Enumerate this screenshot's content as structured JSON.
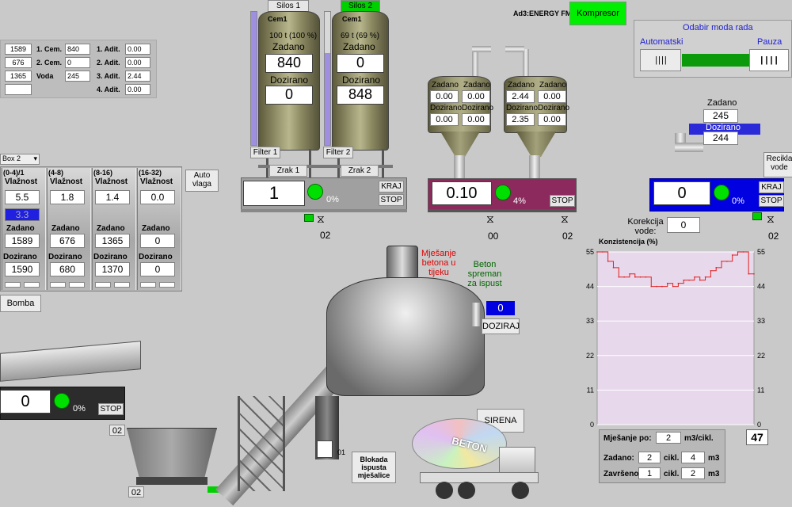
{
  "additives_panel": {
    "rows": [
      {
        "agg_value": "1589",
        "cem_label": "1. Cem.",
        "cem_value": "840",
        "adit_label": "1. Adit.",
        "adit_value": "0.00"
      },
      {
        "agg_value": "676",
        "cem_label": "2. Cem.",
        "cem_value": "0",
        "adit_label": "2. Adit.",
        "adit_value": "0.00"
      },
      {
        "agg_value": "1365",
        "cem_label": "Voda",
        "cem_value": "245",
        "adit_label": "3. Adit.",
        "adit_value": "2.44"
      },
      {
        "agg_value": "",
        "cem_label": "",
        "cem_value": "",
        "adit_label": "4. Adit.",
        "adit_value": "0.00"
      }
    ]
  },
  "silos": {
    "silo1": {
      "tab": "Silos 1",
      "name": "Cem1",
      "level": "100 t (100 %)",
      "level_fraction": 1.0,
      "zadano_label": "Zadano",
      "zadano": "840",
      "dozirano_label": "Dozirano",
      "dozirano": "0",
      "filter": "Filter 1",
      "zrak": "Zrak 1"
    },
    "silo2": {
      "tab": "Silos 2",
      "name": "Cem1",
      "level": "69 t (69 %)",
      "level_fraction": 0.69,
      "zadano_label": "Zadano",
      "zadano": "0",
      "dozirano_label": "Dozirano",
      "dozirano": "848",
      "filter": "Filter 2",
      "zrak": "Zrak 2"
    },
    "scale": {
      "value": "1",
      "percent": "0%",
      "kraj": "KRAJ",
      "stop": "STOP",
      "valve": "02"
    }
  },
  "header": {
    "energy_label": "Ad3:ENERGY FM",
    "kompresor": "Kompresor"
  },
  "mode": {
    "title": "Odabir moda rada",
    "automatski": "Automatski",
    "pauza": "Pauza",
    "auto_icon": "| | | |",
    "pauza_icon": "| | | |"
  },
  "additive_hoppers": {
    "h1": {
      "zadano_label": "Zadano",
      "dozirano_label": "Dozirano",
      "zadano_a": "0.00",
      "zadano_b": "0.00",
      "dozirano_a": "0.00",
      "dozirano_b": "0.00"
    },
    "h2": {
      "zadano_label": "Zadano",
      "dozirano_label": "Dozirano",
      "zadano_a": "2.44",
      "zadano_b": "0.00",
      "dozirano_a": "2.35",
      "dozirano_b": "0.00"
    },
    "scale": {
      "value": "0.10",
      "percent": "4%",
      "stop": "STOP",
      "valve_left": "00",
      "valve_right": "02"
    }
  },
  "water": {
    "zadano_label": "Zadano",
    "zadano": "245",
    "dozirano_label": "Dozirano",
    "dozirano": "244",
    "recirc": "Recikla vode",
    "scale_value": "0",
    "percent": "0%",
    "kraj": "KRAJ",
    "stop": "STOP",
    "valve": "02",
    "korekcija_label": "Korekcija vode:",
    "korekcija_value": "0"
  },
  "aggregates": {
    "box_select": "Box 2",
    "auto_vlaga": "Auto vlaga",
    "bomba": "Bomba",
    "columns": [
      {
        "range": "(0-4)/1",
        "vlaznost_label": "Vlažnost",
        "vlaznost": "5.5",
        "vlaznost2": "3.3",
        "zadano_label": "Zadano",
        "zadano": "1589",
        "dozirano_label": "Dozirano",
        "dozirano": "1590"
      },
      {
        "range": "(4-8)",
        "vlaznost_label": "Vlažnost",
        "vlaznost": "1.8",
        "vlaznost2": "",
        "zadano_label": "Zadano",
        "zadano": "676",
        "dozirano_label": "Dozirano",
        "dozirano": "680"
      },
      {
        "range": "(8-16)",
        "vlaznost_label": "Vlažnost",
        "vlaznost": "1.4",
        "vlaznost2": "",
        "zadano_label": "Zadano",
        "zadano": "1365",
        "dozirano_label": "Dozirano",
        "dozirano": "1370"
      },
      {
        "range": "(16-32)",
        "vlaznost_label": "Vlažnost",
        "vlaznost": "0.0",
        "vlaznost2": "",
        "zadano_label": "Zadano",
        "zadano": "0",
        "dozirano_label": "Dozirano",
        "dozirano": "0"
      }
    ]
  },
  "conveyor": {
    "value": "0",
    "percent": "0%",
    "stop": "STOP",
    "valve": "02",
    "hopper_valve": "02"
  },
  "mixer": {
    "status_mixing": "Mješanje betona u tijeku",
    "status_ready": "Beton spreman za ispust",
    "water_value": "0",
    "doziraj": "DOZIRAJ",
    "sirena": "SIRENA",
    "blokada": "Blokada ispusta mješalice",
    "outlet_label": "01",
    "truck_text": "BETON"
  },
  "consistency": {
    "title": "Konzistencija (%)",
    "current": "47",
    "mjesanje_label": "Mješanje po:",
    "mjesanje_value": "2",
    "mjesanje_unit": "m3/cikl.",
    "zadano_label": "Zadano:",
    "zadano_cikl": "2",
    "zadano_m3": "4",
    "zavrseno_label": "Završeno:",
    "zavrseno_cikl": "1",
    "zavrseno_m3": "2",
    "cikl_label": "cikl.",
    "m3_label": "m3"
  },
  "chart_data": {
    "type": "line",
    "title": "Konzistencija (%)",
    "ylim": [
      0,
      55
    ],
    "yticks": [
      "0",
      "11",
      "22",
      "33",
      "44",
      "55"
    ],
    "grid": true,
    "series": [
      {
        "values": [
          55,
          55,
          52,
          50,
          47,
          47,
          48,
          47,
          47,
          47,
          44,
          44,
          44,
          45,
          44,
          45,
          46,
          46,
          47,
          46,
          47,
          49,
          50,
          52,
          52,
          54,
          55,
          55,
          48,
          48
        ]
      }
    ]
  },
  "colors": {
    "green": "#00e000",
    "blue": "#0000e0",
    "magenta": "#8c2a5e",
    "silo_bar": "#9f8fe0"
  }
}
